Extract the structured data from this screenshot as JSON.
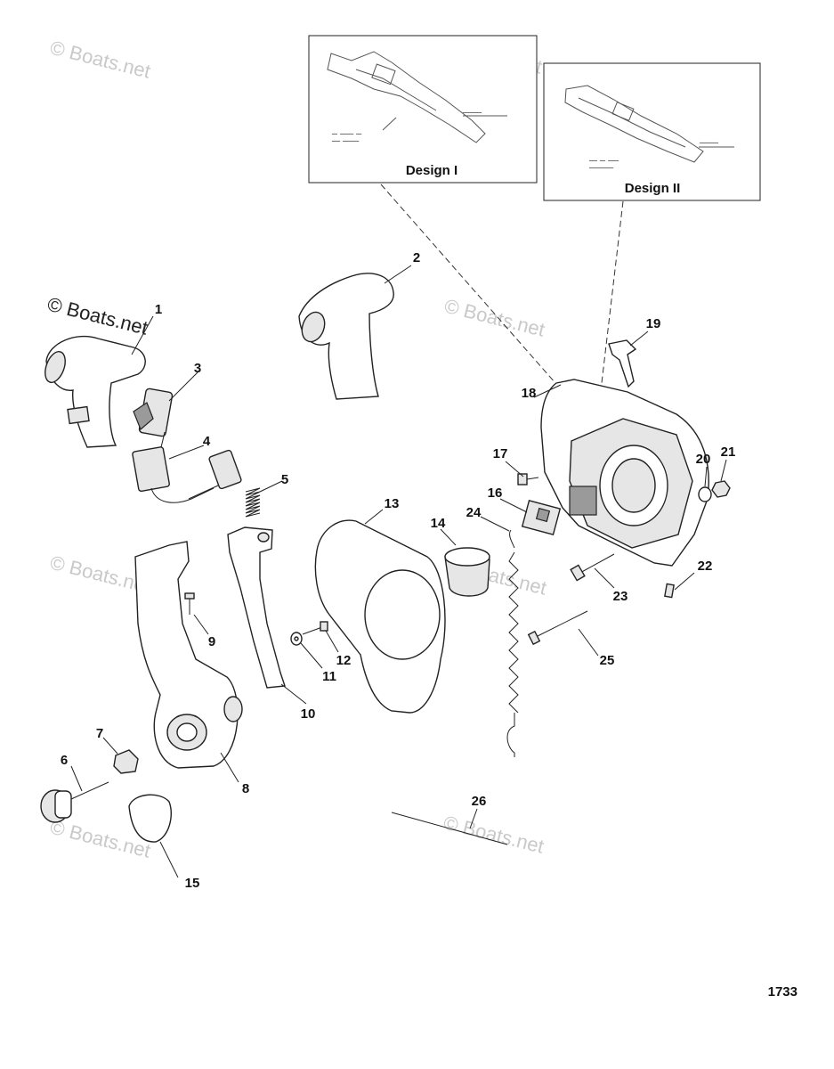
{
  "watermarks": {
    "faint_text": "© Boats.net",
    "dark_text": "© Boats.net"
  },
  "insets": [
    {
      "title": "Design I"
    },
    {
      "title": "Design II"
    }
  ],
  "callouts": {
    "c1": "1",
    "c2": "2",
    "c3": "3",
    "c4": "4",
    "c5": "5",
    "c6": "6",
    "c7": "7",
    "c8": "8",
    "c9": "9",
    "c10": "10",
    "c11": "11",
    "c12": "12",
    "c13": "13",
    "c14": "14",
    "c15": "15",
    "c16": "16",
    "c17": "17",
    "c18": "18",
    "c19": "19",
    "c20": "20",
    "c21": "21",
    "c22": "22",
    "c23": "23",
    "c24": "24",
    "c25": "25",
    "c26": "26"
  },
  "figure_number": "1733",
  "colors": {
    "line": "#222222",
    "watermark": "#c9c9c9",
    "background": "#ffffff"
  }
}
